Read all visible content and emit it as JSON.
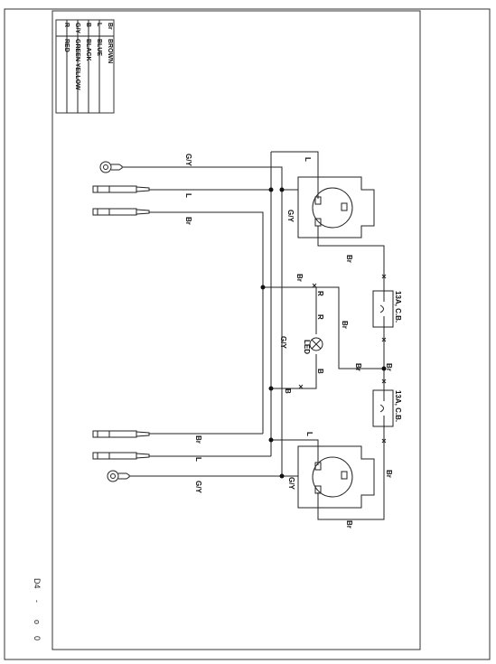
{
  "legend": [
    {
      "code": "Br",
      "name": "BROWN"
    },
    {
      "code": "L",
      "name": "BLUE"
    },
    {
      "code": "B",
      "name": "BLACK"
    },
    {
      "code": "G/Y",
      "name": "GREEN YELLOW"
    },
    {
      "code": "R",
      "name": "RED"
    }
  ],
  "wires": {
    "gy": "G/Y",
    "l": "L",
    "br": "Br",
    "r": "R",
    "b": "B",
    "gy_slash": "G/Y"
  },
  "components": {
    "breaker_top": "13A, C.B.",
    "breaker_bottom": "13A, C.B.",
    "lamp": "LED"
  },
  "side_marks": {
    "top": "D4",
    "mid": "-",
    "o1": "o",
    "o2": "0"
  }
}
